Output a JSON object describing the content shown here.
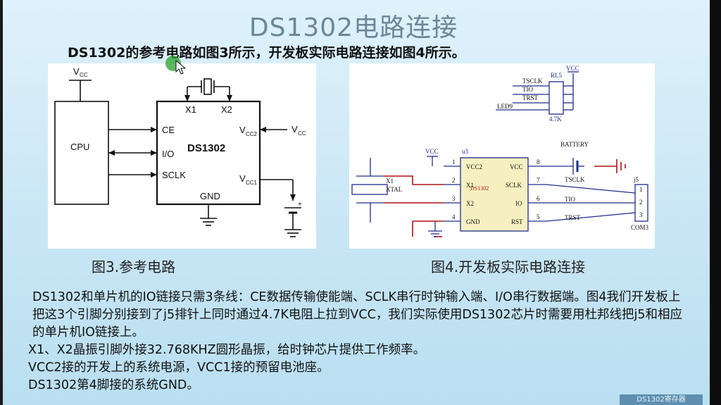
{
  "slide": {
    "title": "DS1302电路连接",
    "subtitle": "DS1302的参考电路如图3所示，开发板实际电路连接如图4所示。"
  },
  "figure3": {
    "caption": "图3.参考电路",
    "labels": {
      "vcc_top": "V",
      "vcc_top_sub": "CC",
      "cpu": "CPU",
      "chip": "DS1302",
      "x1": "X1",
      "x2": "X2",
      "ce": "CE",
      "io": "I/O",
      "sclk": "SCLK",
      "gnd": "GND",
      "vcc2": "V",
      "vcc2_sub": "CC2",
      "vcc1": "V",
      "vcc1_sub": "CC1",
      "vcc_right": "V",
      "vcc_right_sub": "CC",
      "plus": "+"
    }
  },
  "figure4": {
    "caption": "图4.开发板实际电路连接",
    "labels": {
      "tsclk": "TSCLK",
      "tio": "TIO",
      "trst": "TRST",
      "led9": "LED9",
      "rl5": "RL5",
      "vcc": "VCC",
      "r_value": "4.7K",
      "battery": "BATTERY",
      "u3": "u3",
      "chip": "DS1302",
      "vcc2": "VCC2",
      "vcc_pin": "VCC",
      "x1_pin": "X1",
      "x2_pin": "X2",
      "gnd_pin": "GND",
      "sclk_pin": "SCLK",
      "io_pin": "IO",
      "rst_pin": "RST",
      "p1": "1",
      "p2": "2",
      "p3": "3",
      "p4": "4",
      "p5": "5",
      "p6": "6",
      "p7": "7",
      "p8": "8",
      "x1": "X1",
      "xtal": "XTAL",
      "j5": "j5",
      "com3": "COM3",
      "tsclk2": "TSCLK",
      "tio2": "TIO",
      "trst2": "TRST",
      "vcc_left": "VCC"
    }
  },
  "body": {
    "para1": "DS1302和单片机的IO链接只需3条线：CE数据传输使能端、SCLK串行时钟输入端、I/O串行数据端。图4我们开发板上把这3个引脚分别接到了j5排针上同时通过4.7K电阻上拉到VCC，我们实际使用DS1302芯片时需要用杜邦线把j5和相应的单片机IO链接上。",
    "line2": "X1、X2晶振引脚外接32.768KHZ圆形晶振，给时钟芯片提供工作频率。",
    "line3": "VCC2接的开发上的系统电源，VCC1接的预留电池座。",
    "line4": "DS1302第4脚接的系统GND。"
  },
  "badge": "DS1302寄存器",
  "colors": {
    "background": "#cfe9f6",
    "title": "#6b8797",
    "schematic_blue": "#1f2d8c",
    "schematic_red": "#b01010",
    "chip_fill": "#f6f0c0"
  }
}
